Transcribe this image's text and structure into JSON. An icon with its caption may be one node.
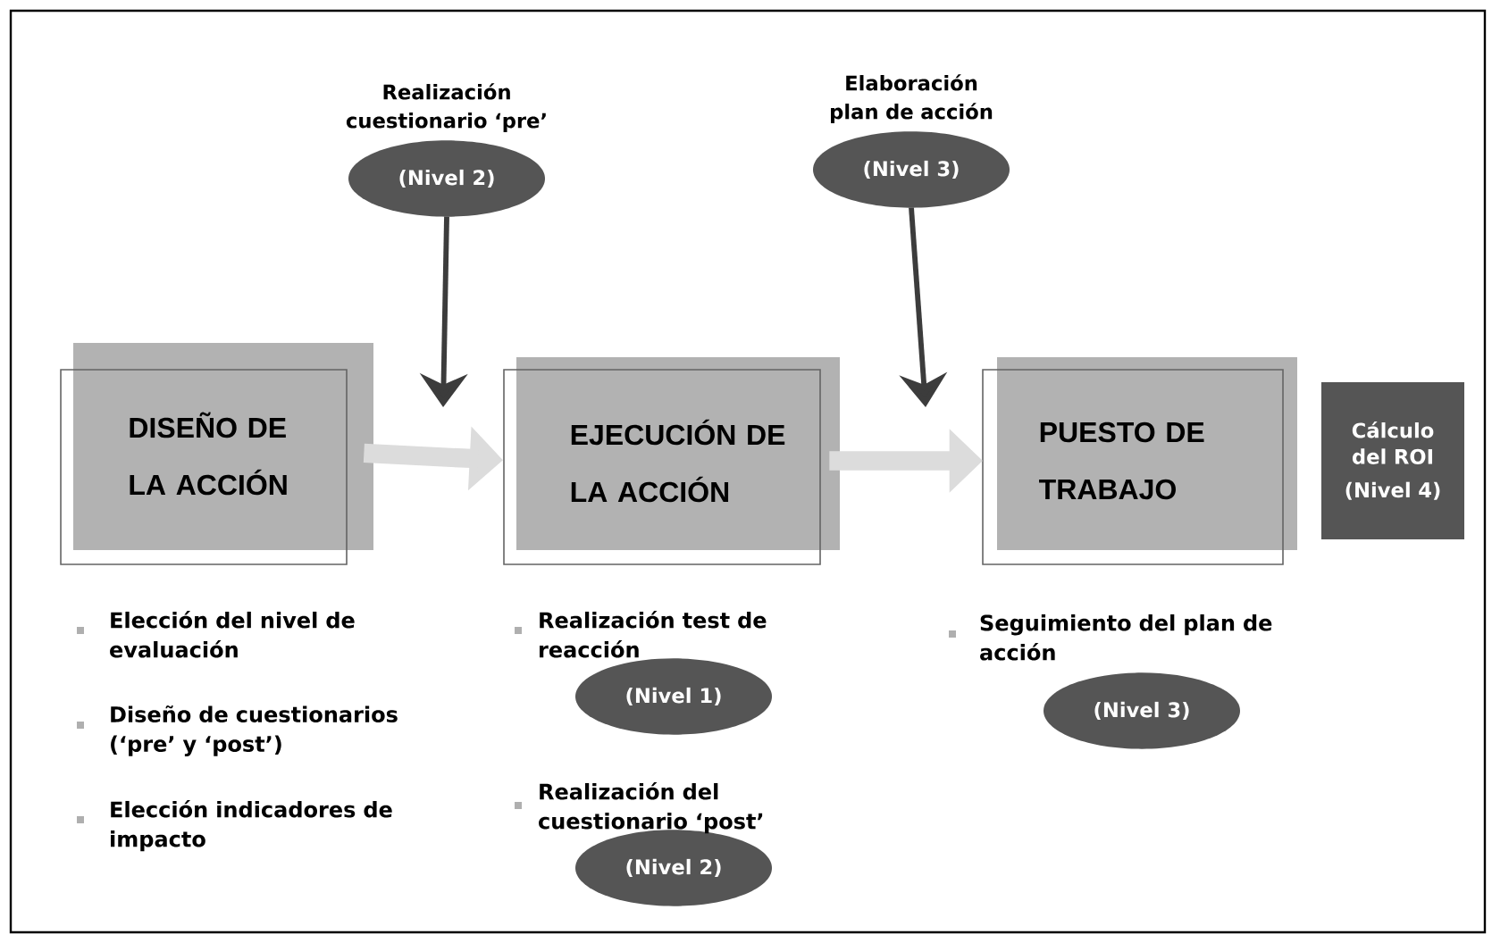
{
  "diagram": {
    "nodes": [
      {
        "text": [
          "(Nivel 2)"
        ],
        "beside": [
          "Realización cuestionario ‘pre’"
        ]
      },
      {
        "text": [
          "(Nivel 3)"
        ],
        "beside": [
          "Elaboración plan de acción"
        ]
      },
      {
        "text": [
          "DISEÑO DE LA ACCIÓN"
        ]
      },
      {
        "text": [
          "EJECUCIÓN DE LA ACCIÓN"
        ]
      },
      {
        "text": [
          "PUESTO DE TRABAJO"
        ]
      },
      {
        "text": [
          "Cálculo del ROI",
          "(Nivel 4)"
        ]
      },
      {
        "text": [
          "(Nivel 1)"
        ]
      },
      {
        "text": [
          "(Nivel 2)"
        ]
      },
      {
        "text": [
          "(Nivel 3)"
        ]
      }
    ],
    "edges": [
      {
        "from": 0,
        "to": null,
        "arrow": "to"
      },
      {
        "from": 1,
        "to": null,
        "arrow": "to"
      },
      {
        "from": 2,
        "to": 3,
        "arrow": "to",
        "style": "thick",
        "color": "#dcdcdc"
      },
      {
        "from": 3,
        "to": 4,
        "arrow": "to",
        "style": "thick",
        "color": "#dcdcdc"
      }
    ],
    "labels": [
      "Elección del nivel de evaluación",
      "Diseño de cuestionarios (‘pre’ y ‘post’)",
      "Elección indicadores de impacto",
      "Realización test de reacción",
      "Realización del cuestionario ‘post’",
      "Seguimiento del plan de acción"
    ]
  }
}
